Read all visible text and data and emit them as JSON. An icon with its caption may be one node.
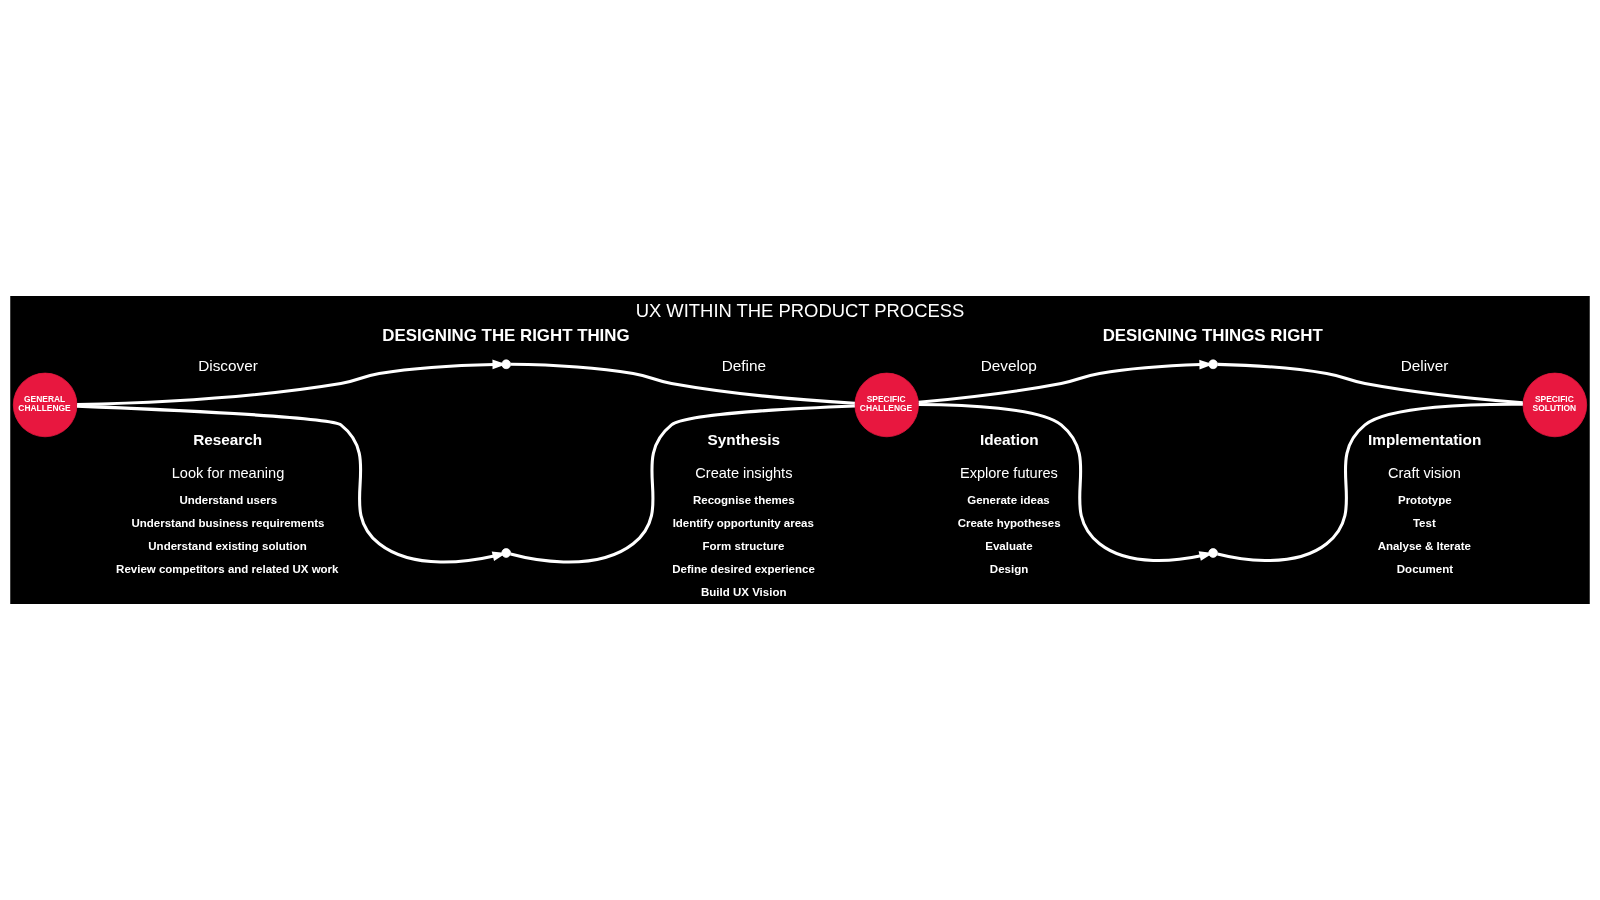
{
  "diagram": {
    "title": "UX WITHIN THE PRODUCT PROCESS",
    "nodes": [
      {
        "text": [
          "GENERAL CHALLENGE"
        ]
      },
      {
        "text": [],
        "shape": "point"
      },
      {
        "text": [],
        "shape": "point"
      },
      {
        "text": [
          "SPECIFIC CHALLENGE"
        ]
      },
      {
        "text": [],
        "shape": "point"
      },
      {
        "text": [],
        "shape": "point"
      },
      {
        "text": [
          "SPECIFIC SOLUTION"
        ]
      }
    ],
    "edges": [
      {
        "from": 0,
        "to": 1,
        "arrow": "to"
      },
      {
        "from": 0,
        "to": 2,
        "arrow": "to"
      },
      {
        "from": 1,
        "to": 3,
        "arrow": "none"
      },
      {
        "from": 2,
        "to": 3,
        "arrow": "none"
      },
      {
        "from": 3,
        "to": 4,
        "arrow": "to"
      },
      {
        "from": 3,
        "to": 5,
        "arrow": "to"
      },
      {
        "from": 4,
        "to": 6,
        "arrow": "none"
      },
      {
        "from": 5,
        "to": 6,
        "arrow": "none"
      }
    ],
    "labels": [
      "DESIGNING THE RIGHT THING",
      "DESIGNING THINGS RIGHT",
      "Discover",
      "Define",
      "Develop",
      "Deliver",
      "Research",
      "Look for meaning",
      "Synthesis",
      "Create insights",
      "Ideation",
      "Explore futures",
      "Implementation",
      "Craft vision",
      "Understand users",
      "Understand business requirements",
      "Understand existing solution",
      "Review competitors and related UX work",
      "Recognise themes",
      "Identify opportunity areas",
      "Form structure",
      "Define desired experience",
      "Build UX Vision",
      "Generate ideas",
      "Create hypotheses",
      "Evaluate",
      "Design",
      "Prototype",
      "Test",
      "Analyse & Iterate",
      "Document"
    ]
  }
}
